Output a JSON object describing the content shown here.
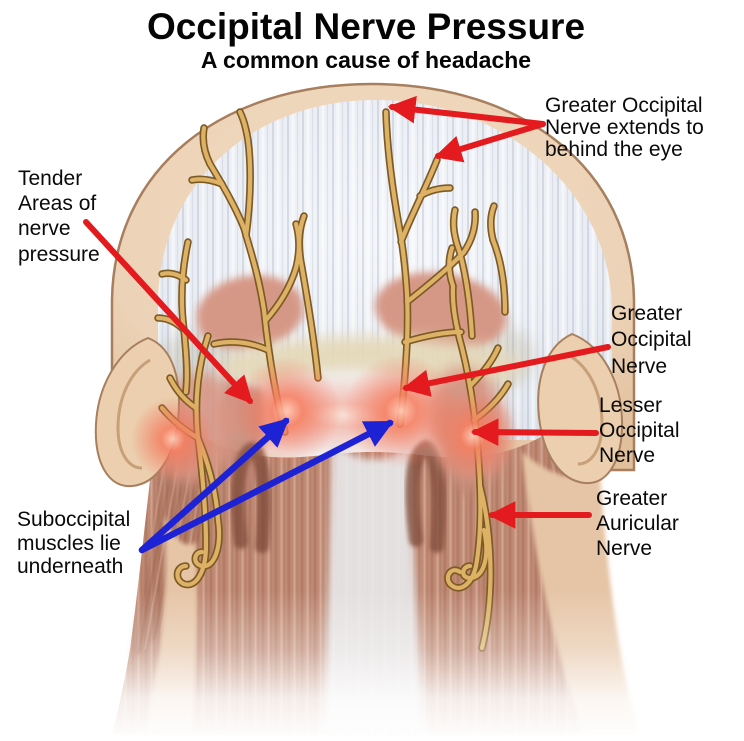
{
  "title": "Occipital Nerve Pressure",
  "subtitle": "A common cause of headache",
  "labels": {
    "greater_occipital_extends": "Greater Occipital\nNerve extends to\nbehind the eye",
    "tender_areas": "Tender\nAreas of\nnerve\npressure",
    "greater_occipital": "Greater\nOccipital\nNerve",
    "lesser_occipital": "Lesser\nOccipital\nNerve",
    "greater_auricular": "Greater\nAuricular\nNerve",
    "suboccipital": "Suboccipital\nmuscles lie\nunderneath"
  },
  "colors": {
    "background": "#ffffff",
    "text": "#0a0a0a",
    "pointer_red": "#e41b1e",
    "pointer_blue": "#1d22d4",
    "tender_glow": "#f2775c",
    "nerve_yellow": "#ddb266",
    "skin": "#ecd2b6",
    "galea": "#e9edf3",
    "muscle": "#c08a74"
  }
}
